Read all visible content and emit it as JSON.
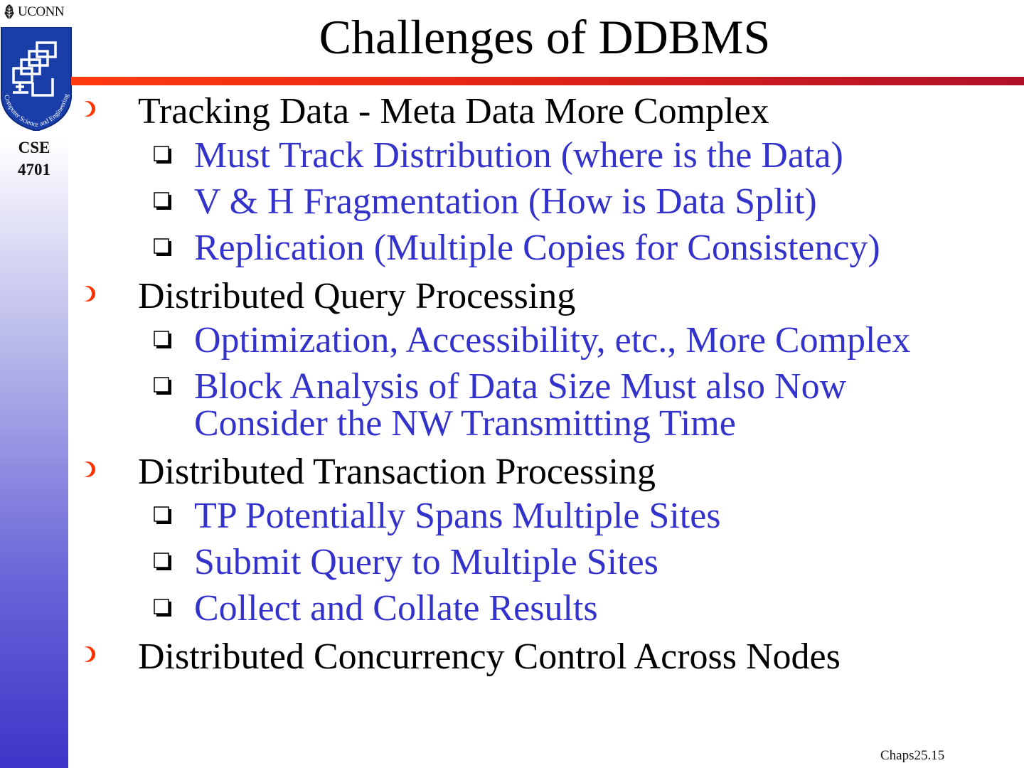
{
  "sidebar": {
    "university": "UCONN",
    "dept_logo_text": "Computer Science and Engineering",
    "course_line1": "CSE",
    "course_line2": "4701"
  },
  "slide": {
    "title": "Challenges of DDBMS",
    "footer": "Chaps25.15"
  },
  "bullets": [
    {
      "text": "Tracking Data - Meta Data More Complex",
      "subs": [
        "Must Track Distribution (where is the Data)",
        "V & H Fragmentation (How is Data Split)",
        "Replication (Multiple Copies for Consistency)"
      ]
    },
    {
      "text": "Distributed Query Processing",
      "subs": [
        "Optimization, Accessibility, etc., More Complex",
        "Block Analysis of Data Size Must also Now\nConsider the NW Transmitting Time"
      ]
    },
    {
      "text": "Distributed Transaction Processing",
      "subs": [
        "TP Potentially Spans Multiple Sites",
        "Submit Query to Multiple Sites",
        "Collect and Collate Results"
      ]
    },
    {
      "text": "Distributed Concurrency Control Across Nodes",
      "subs": []
    }
  ],
  "colors": {
    "title_rule": "#e32515",
    "sub_text": "#3333cc",
    "circle_bullet": "#ff3300",
    "sidebar_bottom": "#3c35c8"
  },
  "icons": {
    "level1_bullet": "circle-bullet-icon",
    "level2_bullet": "hollow-square-bullet-icon",
    "uconn": "oak-leaf-icon",
    "dept": "cse-department-logo-icon"
  }
}
